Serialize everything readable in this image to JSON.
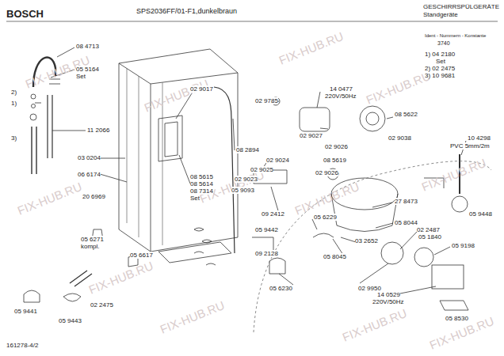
{
  "diagram": {
    "labels": [
      "BOSCH",
      "SPS2036FF/01-F1,dunkelbraun",
      "GESCHIRRSPÜLGERÄTE",
      "Standgeräte",
      "Ident - Nummern - Konstante",
      "3740",
      "1) 04 2180",
      "Set",
      "2) 02 2475",
      "3) 10 9681",
      "08 4713",
      "05 5164",
      "Set",
      "2)",
      "1)",
      "3)",
      "11 2066",
      "02 9017",
      "08 2894",
      "03 0204",
      "06 6174",
      "20 6969",
      "08 5615",
      "08 5614",
      "08 7314",
      "Set",
      "05 6271",
      "kompl.",
      "05 6617",
      "05 9441",
      "05 9443",
      "02 2475",
      "02 9785",
      "14 0477",
      "220V/50Hz",
      "08 5622",
      "02 9027",
      "02 9026",
      "02 9038",
      "10 4298",
      "PVC 5mm/2m",
      "02 9024",
      "02 9025",
      "02 9023",
      "05 9093",
      "08 5619",
      "02 9026",
      "27 8473",
      "09 2412",
      "05 9442",
      "05 6229",
      "05 8044",
      "05 9448",
      "02 2487",
      "05 1840",
      "05 9198",
      "03 2652",
      "09 2128",
      "05 8045",
      "02 9950",
      "05 6230",
      "14 0529",
      "220V/50Hz",
      "05 8530",
      "161278-4/2",
      "FIX-HUB.RU",
      "FIX-HUB.RU",
      "FIX-HUB.RU",
      "FIX-HUB.RU",
      "FIX-HUB.RU",
      "FIX-HUB.RU",
      "FIX-HUB.RU",
      "FIX-HUB.RU",
      "FIX-HUB.RU",
      "FIX-HUB.RU",
      "FIX-HUB.RU",
      "FIX-HUB.RU"
    ]
  }
}
